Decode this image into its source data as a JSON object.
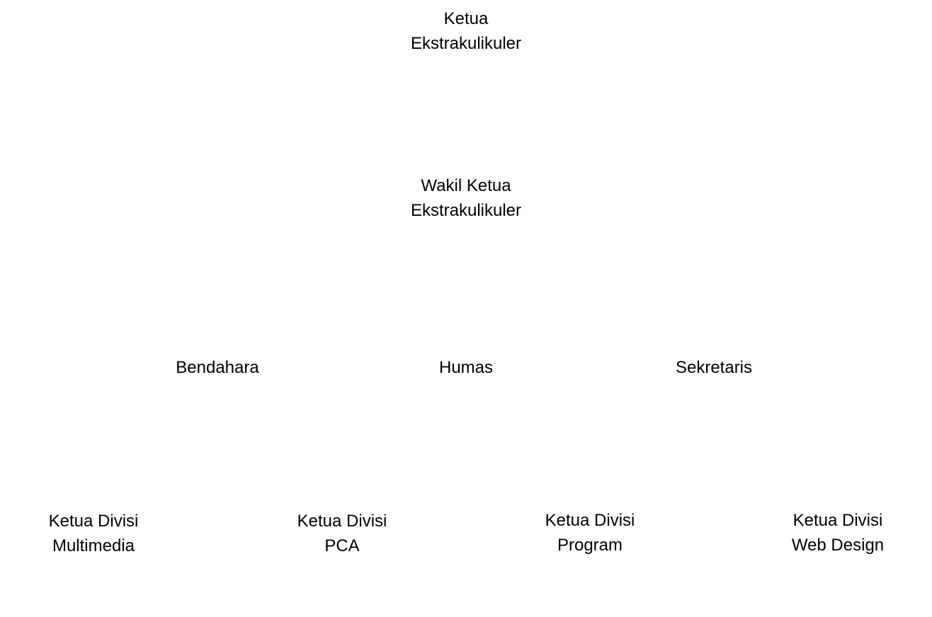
{
  "org_chart": {
    "ketua": {
      "line1": "Ketua",
      "line2": "Ekstrakulikuler"
    },
    "wakil": {
      "line1": "Wakil Ketua",
      "line2": "Ekstrakulikuler"
    },
    "bendahara": {
      "line1": "Bendahara"
    },
    "humas": {
      "line1": "Humas"
    },
    "sekretaris": {
      "line1": "Sekretaris"
    },
    "multimedia": {
      "line1": "Ketua Divisi",
      "line2": "Multimedia"
    },
    "pca": {
      "line1": "Ketua Divisi",
      "line2": "PCA"
    },
    "program": {
      "line1": "Ketua Divisi",
      "line2": "Program"
    },
    "webdesign": {
      "line1": "Ketua Divisi",
      "line2": "Web Design"
    }
  },
  "colors": {
    "text": "#000000",
    "background": "#ffffff"
  }
}
